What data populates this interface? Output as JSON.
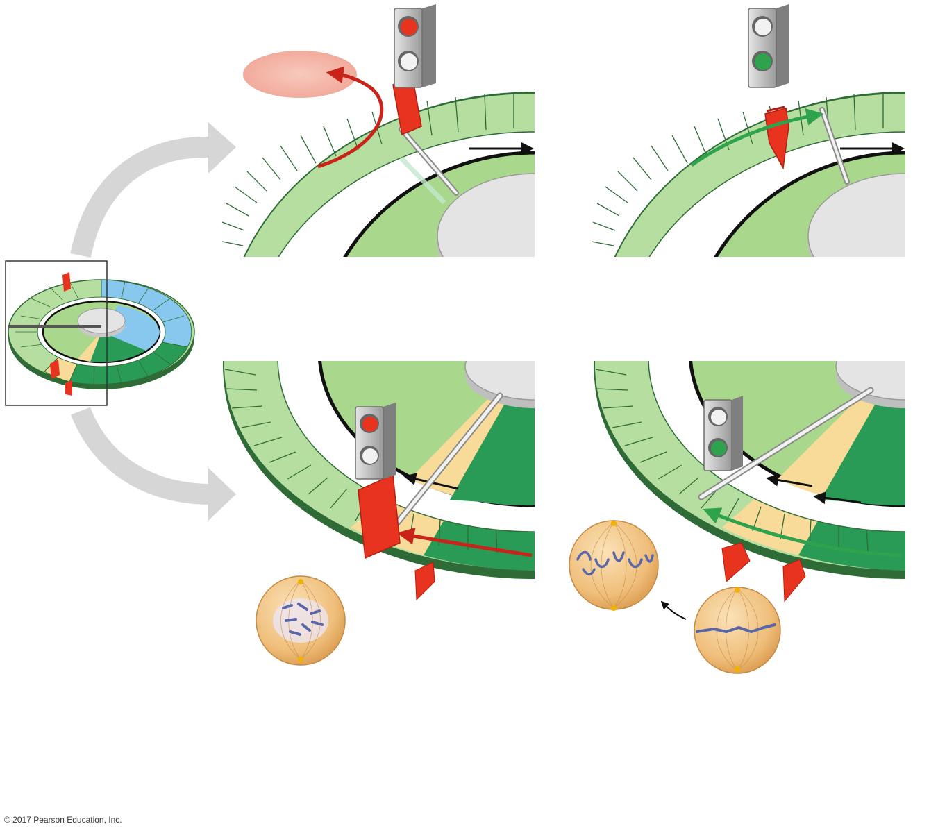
{
  "copyright": "© 2017 Pearson Education, Inc.",
  "colors": {
    "light_green": "#a9d88c",
    "ring_green": "#b5dea0",
    "dark_green": "#2a9a57",
    "outline_green": "#2f6b37",
    "blue": "#88c8ee",
    "yellow": "#f8db98",
    "red": "#e8331f",
    "red_dark": "#b11e12",
    "hub": "#e4e4e4",
    "gray_arrow": "#d6d6d6",
    "cell": "#f2c384",
    "chromosome": "#5a66a8"
  },
  "icons": {
    "traffic_light": "traffic-light-icon",
    "checkpoint_gate": "checkpoint-gate-icon",
    "clock_hand": "clock-hand-icon",
    "cell": "cell-icon"
  },
  "panels": [
    {
      "id": "g1-stop",
      "signal": "red",
      "gate": "closed"
    },
    {
      "id": "g1-go",
      "signal": "green",
      "gate": "open"
    },
    {
      "id": "m-stop",
      "signal": "red",
      "gate": "closed"
    },
    {
      "id": "m-go",
      "signal": "green",
      "gate": "open"
    }
  ]
}
